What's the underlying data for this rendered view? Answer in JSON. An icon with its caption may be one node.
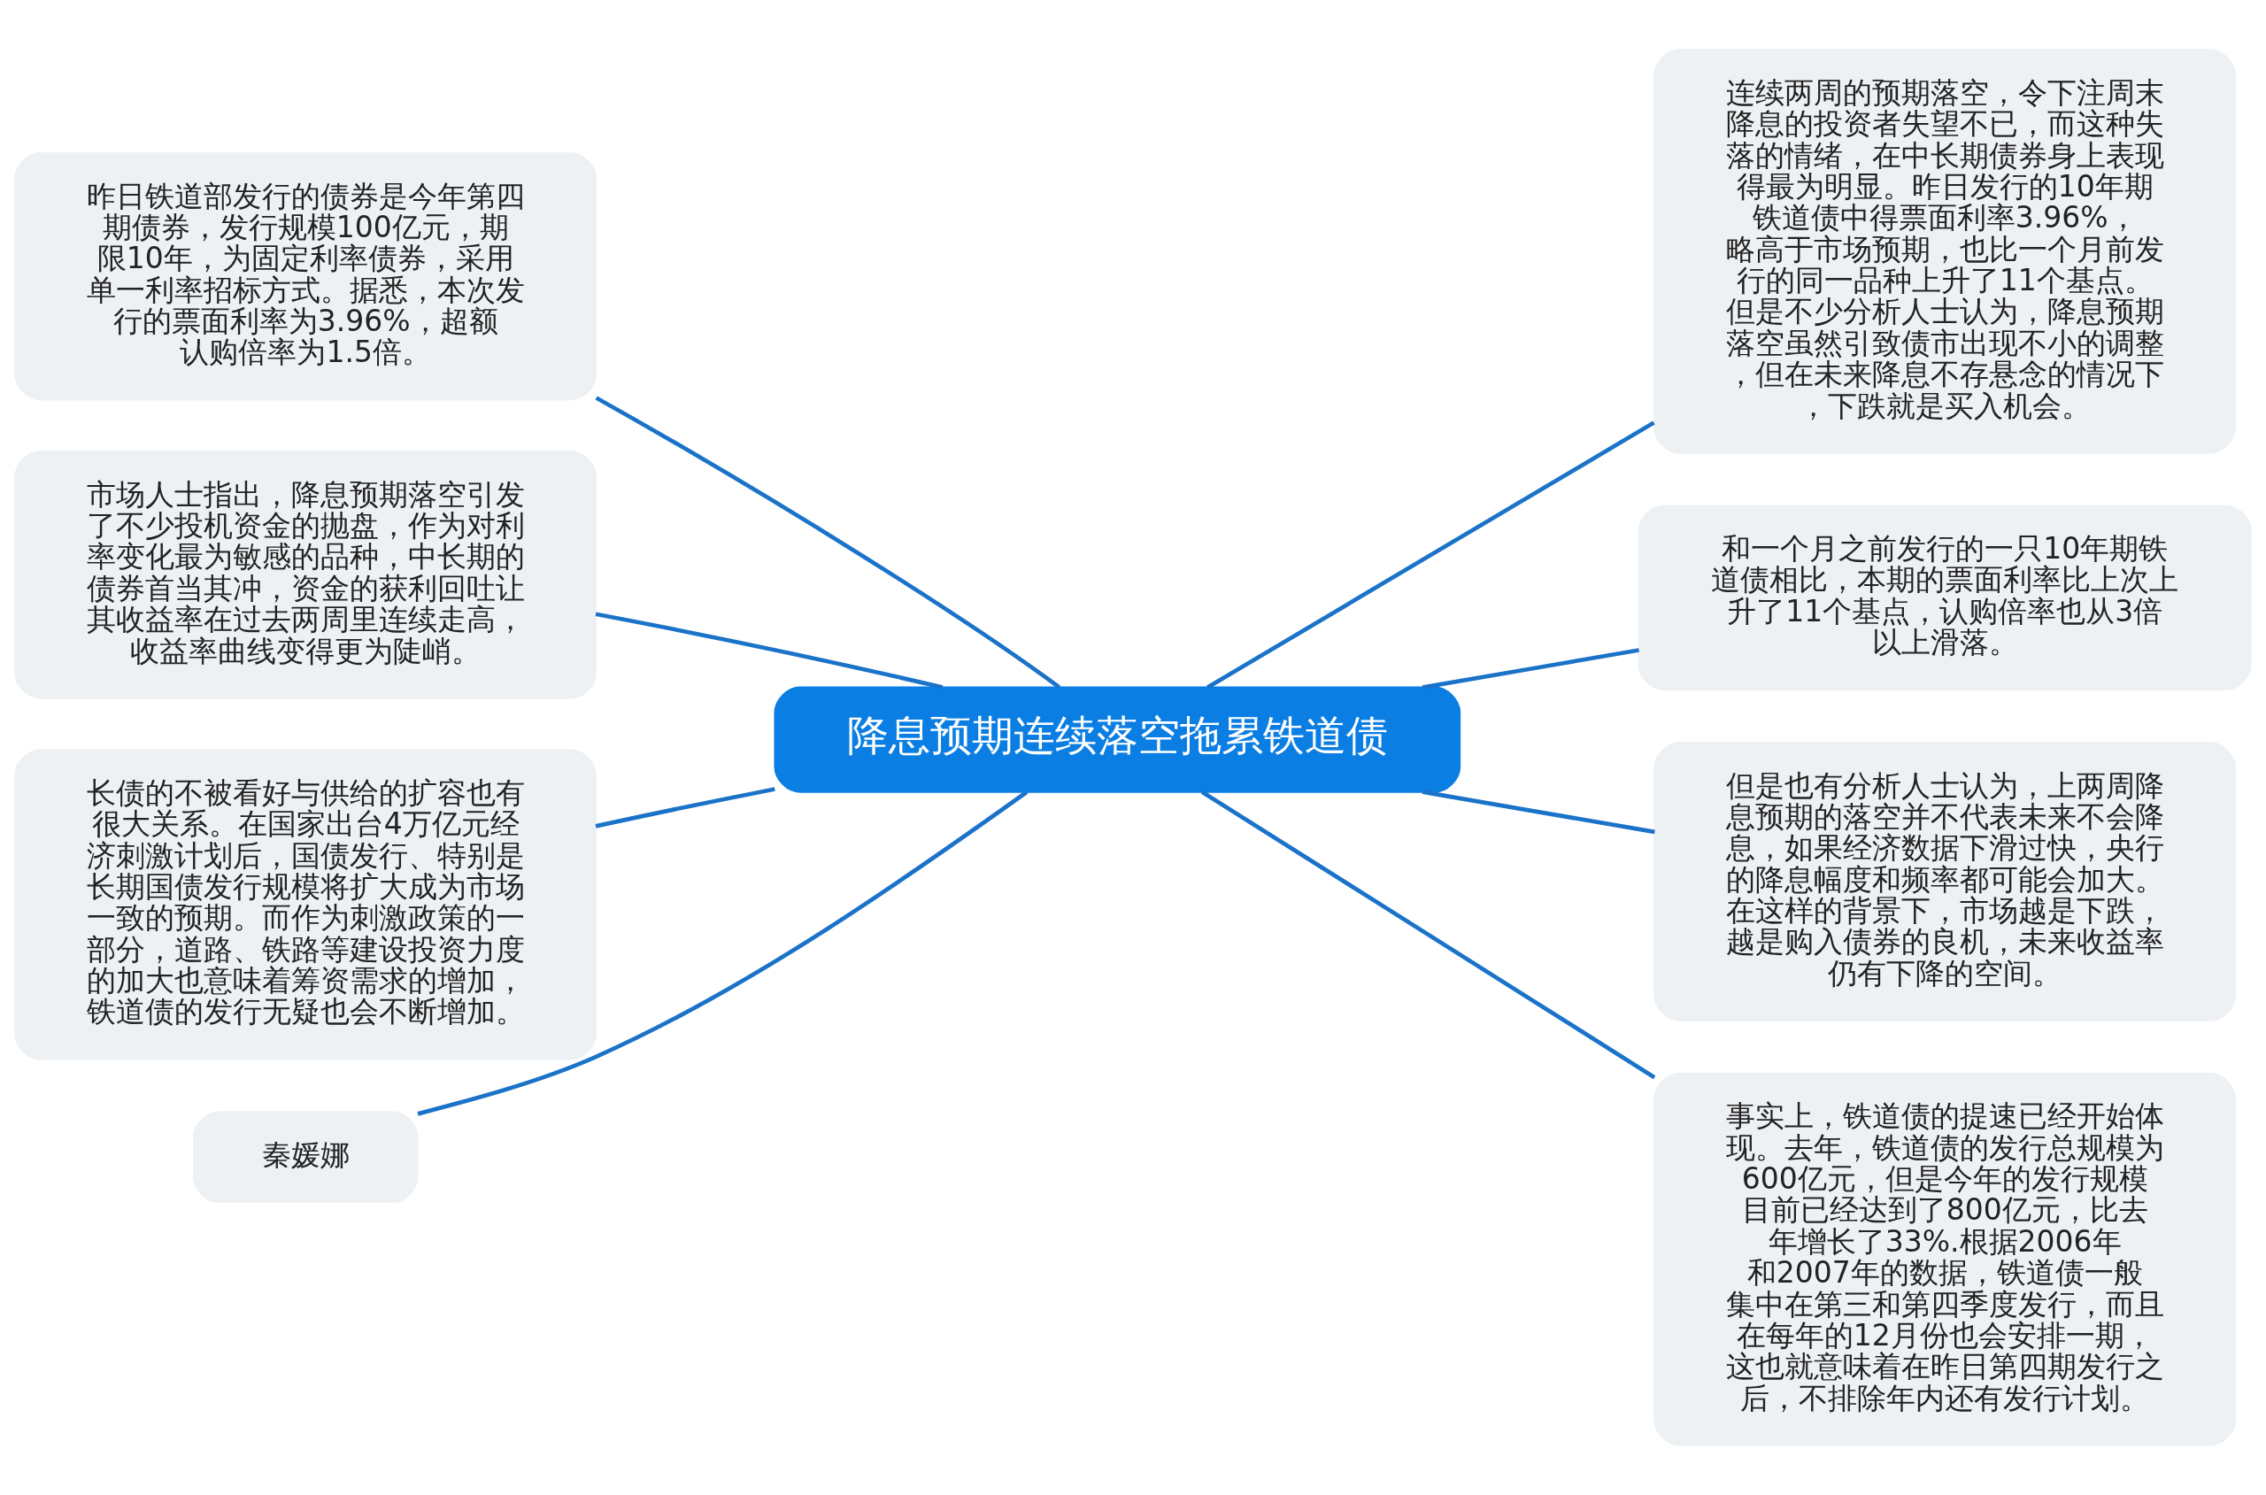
{
  "diagram": {
    "nodes": [
      {
        "text": [
          "降息预期连续落空拖累铁道债"
        ]
      },
      {
        "text": [
          "昨日铁道部发行的债券是今年第四期债券，发行规模100亿元，期限10年，为固定利率债券，采用单一利率招标方式。据悉，本次发行的票面利率为3.96%，超额认购倍率为1.5倍。"
        ]
      },
      {
        "text": [
          "市场人士指出，降息预期落空引发了不少投机资金的抛盘，作为对利率变化最为敏感的品种，中长期的债券首当其冲，资金的获利回吐让其收益率在过去两周里连续走高，收益率曲线变得更为陡峭。"
        ]
      },
      {
        "text": [
          "长债的不被看好与供给的扩容也有很大关系。在国家出台4万亿元经济刺激计划后，国债发行、特别是长期国债发行规模将扩大成为市场一致的预期。而作为刺激政策的一部分，道路、铁路等建设投资力度的加大也意味着筹资需求的增加，铁道债的发行无疑也会不断增加。"
        ]
      },
      {
        "text": [
          "秦媛娜"
        ]
      },
      {
        "text": [
          "连续两周的预期落空，令下注周末降息的投资者失望不已，而这种失落的情绪，在中长期债券身上表现得最为明显。昨日发行的10年期铁道债中得票面利率3.96%，略高于市场预期，也比一个月前发行的同一品种上升了11个基点。但是不少分析人士认为，降息预期落空虽然引致债市出现不小的调整，但在未来降息不存悬念的情况下，下跌就是买入机会。"
        ]
      },
      {
        "text": [
          "和一个月之前发行的一只10年期铁道债相比，本期的票面利率比上次上升了11个基点，认购倍率也从3倍以上滑落。"
        ]
      },
      {
        "text": [
          "但是也有分析人士认为，上两周降息预期的落空并不代表未来不会降息，如果经济数据下滑过快，央行的降息幅度和频率都可能会加大。在这样的背景下，市场越是下跌，越是购入债券的良机，未来收益率仍有下降的空间。"
        ]
      },
      {
        "text": [
          "事实上，铁道债的提速已经开始体现。去年，铁道债的发行总规模为600亿元，但是今年的发行规模目前已经达到了800亿元，比去年增长了33%.根据2006年和2007年的数据，铁道债一般集中在第三和第四季度发行，而且在每年的12月份也会安排一期，这也就意味着在昨日第四期发行之后，不排除年内还有发行计划。"
        ]
      }
    ],
    "edges": [
      {
        "from": 0,
        "to": 1,
        "arrow": "none"
      },
      {
        "from": 0,
        "to": 2,
        "arrow": "none"
      },
      {
        "from": 0,
        "to": 3,
        "arrow": "none"
      },
      {
        "from": 0,
        "to": 4,
        "arrow": "none"
      },
      {
        "from": 0,
        "to": 5,
        "arrow": "none"
      },
      {
        "from": 0,
        "to": 6,
        "arrow": "none"
      },
      {
        "from": 0,
        "to": 7,
        "arrow": "none"
      },
      {
        "from": 0,
        "to": 8,
        "arrow": "none"
      }
    ]
  }
}
